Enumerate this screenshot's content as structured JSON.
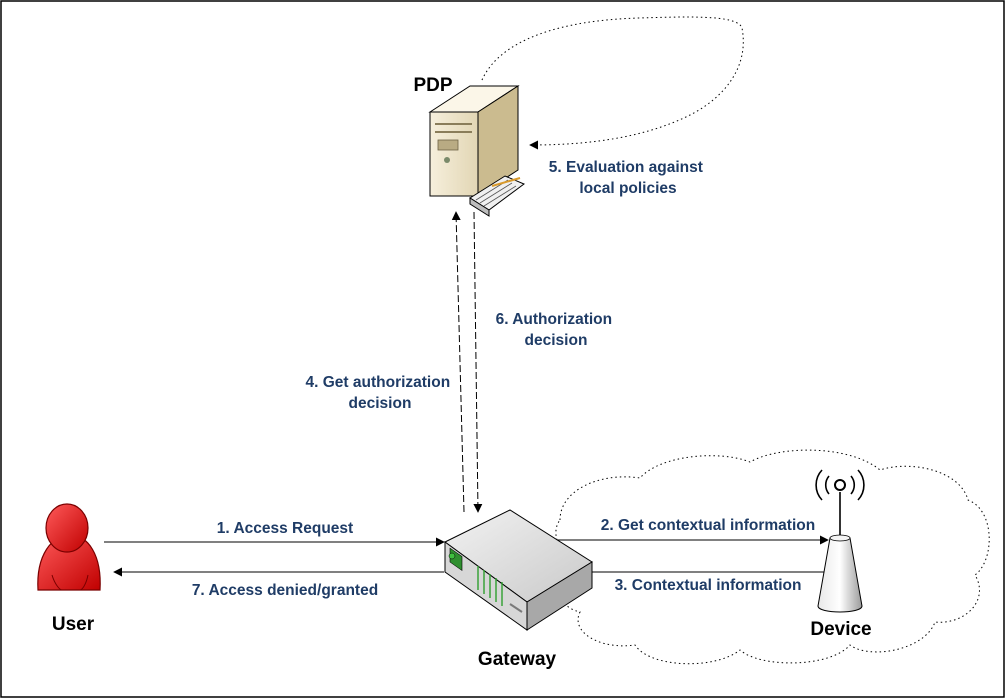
{
  "nodes": {
    "pdp": "PDP",
    "user": "User",
    "gateway": "Gateway",
    "device": "Device"
  },
  "steps": {
    "s1": "1. Access Request",
    "s2": "2. Get contextual information",
    "s3": "3. Contextual information",
    "s4": [
      "4. Get authorization",
      "decision"
    ],
    "s5": [
      "5. Evaluation against",
      "local policies"
    ],
    "s6": [
      "6. Authorization",
      "decision"
    ],
    "s7": "7. Access denied/granted"
  },
  "colors": {
    "step_text": "#1f3c66",
    "user": "#e51b1b",
    "server": "#efe6cf"
  },
  "icons": {
    "pdp": "server-icon",
    "user": "user-icon",
    "gateway": "router-icon",
    "device": "antenna-tower-icon"
  }
}
